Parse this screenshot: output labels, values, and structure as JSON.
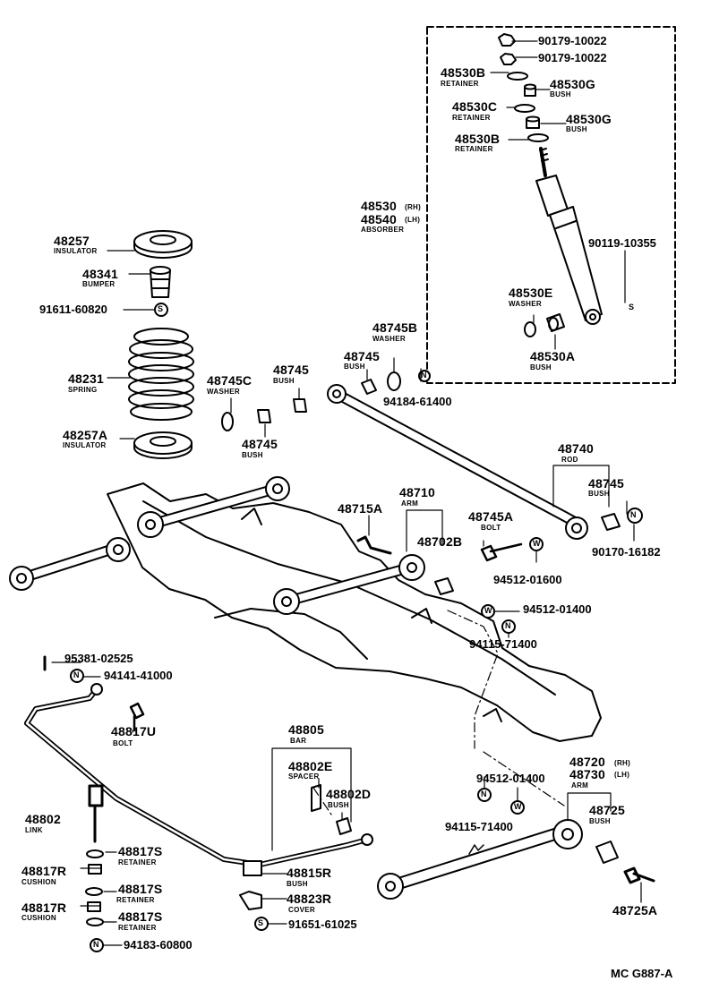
{
  "diagram": {
    "reference": "MC G887-A",
    "circle_marks": [
      "N",
      "S",
      "W"
    ],
    "labels": {
      "n90179_1": "90179-10022",
      "n90179_2": "90179-10022",
      "n48530B_top": "48530B",
      "retainer_top": "RETAINER",
      "n48530G_1": "48530G",
      "bush_g1": "BUSH",
      "n48530C": "48530C",
      "retainer_c": "RETAINER",
      "n48530G_2": "48530G",
      "bush_g2": "BUSH",
      "n48530B_bot": "48530B",
      "retainer_b": "RETAINER",
      "n48530": "48530",
      "n48530_rh": "(RH)",
      "n48540": "48540",
      "n48540_lh": "(LH)",
      "absorber": "ABSORBER",
      "n90119": "90119-10355",
      "n48530E": "48530E",
      "washer_e": "WASHER",
      "n48530A": "48530A",
      "bush_a": "BUSH",
      "n48257": "48257",
      "insulator_top": "INSULATOR",
      "n48341": "48341",
      "bumper": "BUMPER",
      "n91611": "91611-60820",
      "n48231": "48231",
      "spring": "SPRING",
      "n48257A": "48257A",
      "insulator_a": "INSULATOR",
      "n48745B": "48745B",
      "washer_b": "WASHER",
      "n48745_1": "48745",
      "bush_745_1": "BUSH",
      "n48745C": "48745C",
      "washer_c": "WASHER",
      "n48745_2": "48745",
      "bush_745_2": "BUSH",
      "n94184": "94184-61400",
      "n48745_3": "48745",
      "bush_745_3": "BUSH",
      "n48740": "48740",
      "rod": "ROD",
      "n48745_4": "48745",
      "bush_745_4": "BUSH",
      "n90170": "90170-16182",
      "n48710": "48710",
      "arm_710": "ARM",
      "n48715A": "48715A",
      "n48702B": "48702B",
      "n48745A": "48745A",
      "bolt_a": "BOLT",
      "n94512_1600": "94512-01600",
      "n94512_1400": "94512-01400",
      "n94115_1": "94115-71400",
      "n95381": "95381-02525",
      "n94141": "94141-41000",
      "n48817U": "48817U",
      "bolt_u": "BOLT",
      "n48805": "48805",
      "bar": "BAR",
      "n48802E": "48802E",
      "spacer": "SPACER",
      "n48802D": "48802D",
      "bush_d": "BUSH",
      "n48802": "48802",
      "link": "LINK",
      "n48817S_1": "48817S",
      "retainer_s1": "RETAINER",
      "n48817R_1": "48817R",
      "cushion_1": "CUSHION",
      "n48817S_2": "48817S",
      "retainer_s2": "RETAINER",
      "n48817R_2": "48817R",
      "cushion_2": "CUSHION",
      "n48817S_3": "48817S",
      "retainer_s3": "RETAINER",
      "n94183": "94183-60800",
      "n48815R": "48815R",
      "bush_r": "BUSH",
      "n48823R": "48823R",
      "cover": "COVER",
      "n91651": "91651-61025",
      "n94512_1400b": "94512-01400",
      "n94115_2": "94115-71400",
      "n48720": "48720",
      "n48720_rh": "(RH)",
      "n48730": "48730",
      "n48730_lh": "(LH)",
      "arm_720": "ARM",
      "n48725": "48725",
      "bush_725": "BUSH",
      "n48725A": "48725A"
    }
  }
}
